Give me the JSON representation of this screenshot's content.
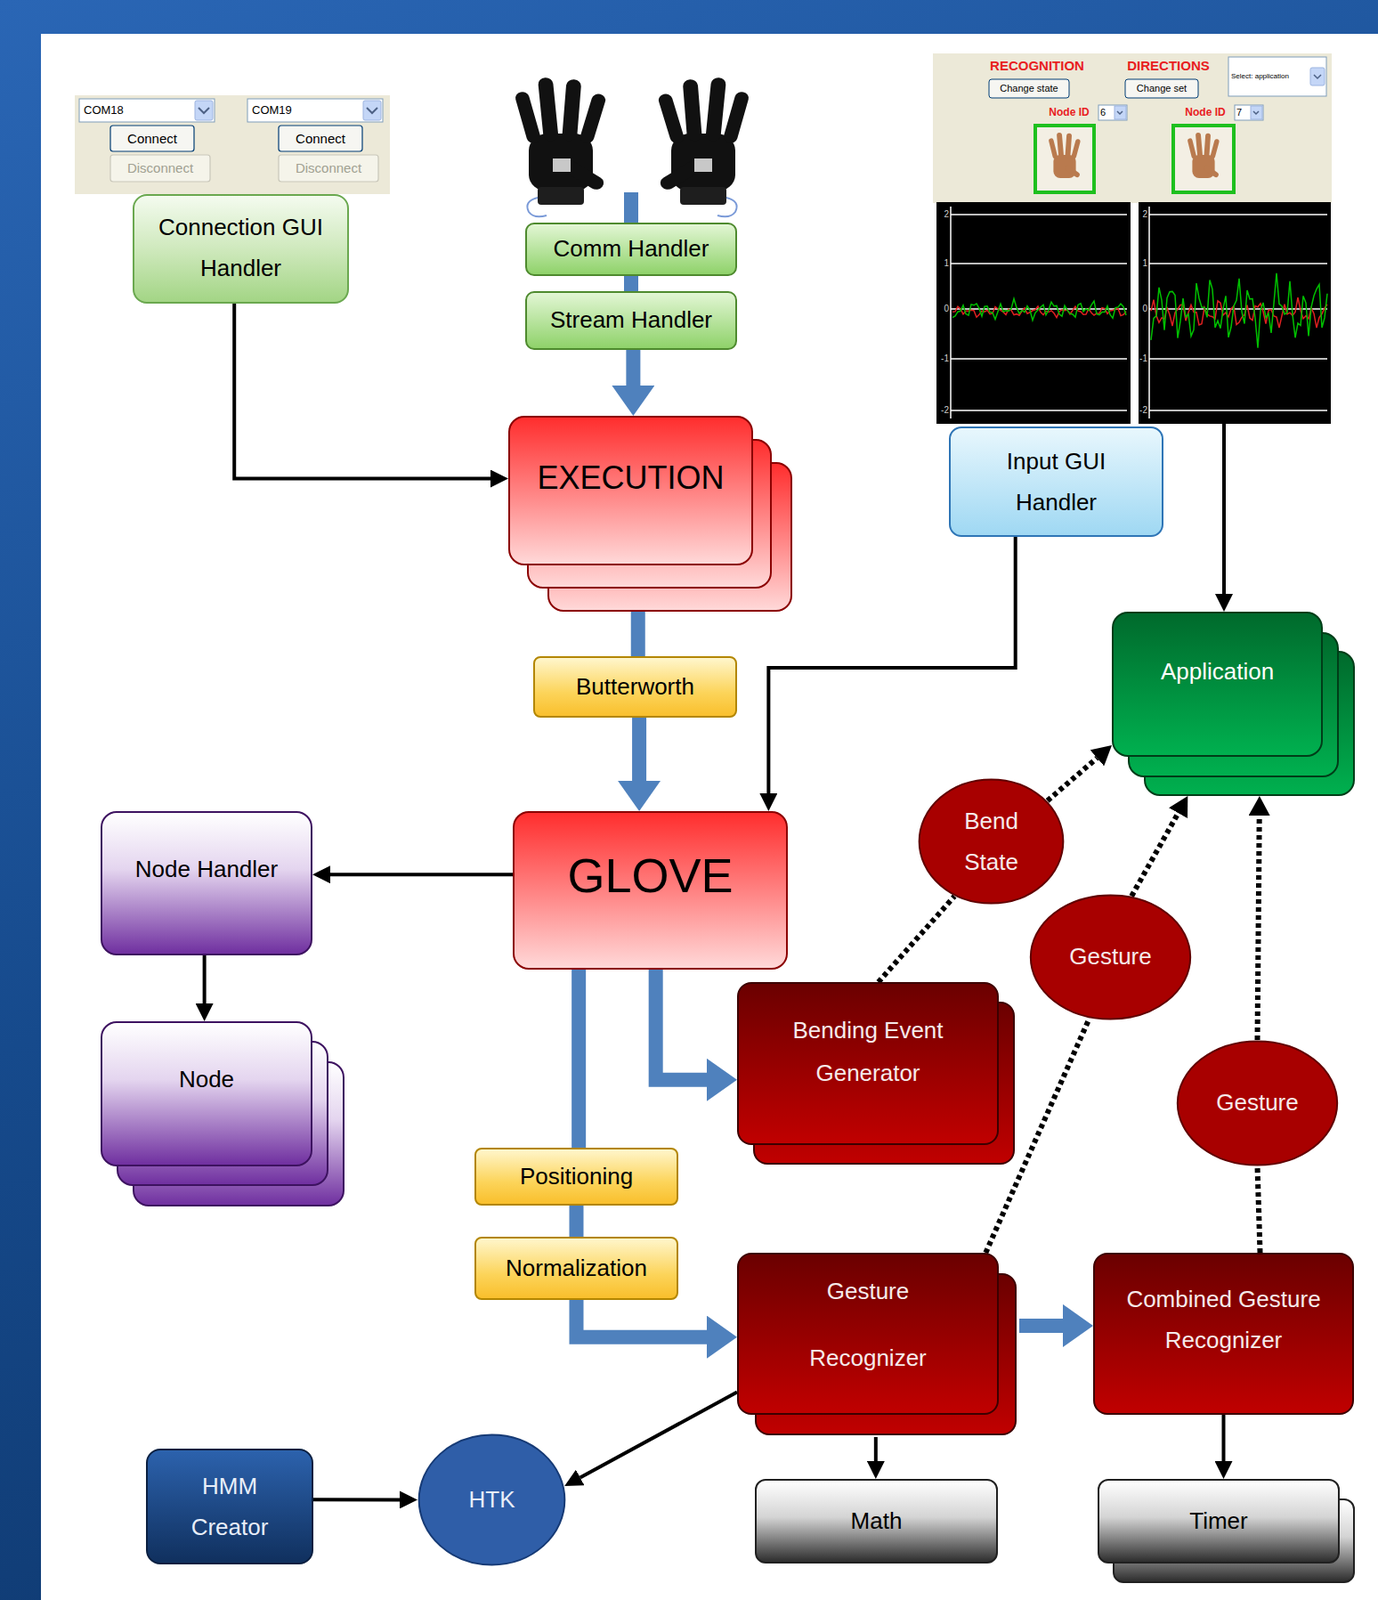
{
  "diagram": {
    "nodes": [
      {
        "text": [
          "Connection GUI Handler"
        ]
      },
      {
        "text": [
          "Comm Handler"
        ]
      },
      {
        "text": [
          "Stream Handler"
        ]
      },
      {
        "text": [
          "EXECUTION"
        ]
      },
      {
        "text": [
          "Input GUI Handler"
        ]
      },
      {
        "text": [
          "Application"
        ]
      },
      {
        "text": [
          "Butterworth"
        ]
      },
      {
        "text": [
          "Node Handler"
        ]
      },
      {
        "text": [
          "GLOVE"
        ]
      },
      {
        "text": [
          "Bend State"
        ]
      },
      {
        "text": [
          "Gesture"
        ]
      },
      {
        "text": [
          "Bending Event Generator"
        ]
      },
      {
        "text": [
          "Gesture"
        ]
      },
      {
        "text": [
          "Node"
        ]
      },
      {
        "text": [
          "Positioning"
        ]
      },
      {
        "text": [
          "Normalization"
        ]
      },
      {
        "text": [
          "Gesture Recognizer"
        ]
      },
      {
        "text": [
          "Combined Gesture Recognizer"
        ]
      },
      {
        "text": [
          "HMM Creator"
        ]
      },
      {
        "text": [
          "HTK"
        ]
      },
      {
        "text": [
          "Math"
        ]
      },
      {
        "text": [
          "Timer"
        ]
      }
    ],
    "edges": [
      {
        "from": 0,
        "to": 3,
        "arrow": "to"
      },
      {
        "from": 1,
        "to": 2,
        "arrow": "none"
      },
      {
        "from": 2,
        "to": 3,
        "arrow": "to"
      },
      {
        "from": 3,
        "to": 6,
        "arrow": "none"
      },
      {
        "from": 6,
        "to": 8,
        "arrow": "to"
      },
      {
        "from": 4,
        "to": 8,
        "arrow": "to"
      },
      {
        "from": 8,
        "to": 7,
        "arrow": "to"
      },
      {
        "from": 7,
        "to": 13,
        "arrow": "to"
      },
      {
        "from": 8,
        "to": 11,
        "arrow": "to"
      },
      {
        "from": 8,
        "to": 14,
        "arrow": "none"
      },
      {
        "from": 14,
        "to": 15,
        "arrow": "none"
      },
      {
        "from": 15,
        "to": 16,
        "arrow": "to"
      },
      {
        "from": 11,
        "to": 9,
        "arrow": "none"
      },
      {
        "from": 9,
        "to": 5,
        "arrow": "to"
      },
      {
        "from": 16,
        "to": 10,
        "arrow": "none"
      },
      {
        "from": 10,
        "to": 5,
        "arrow": "to"
      },
      {
        "from": 16,
        "to": 17,
        "arrow": "to"
      },
      {
        "from": 17,
        "to": 12,
        "arrow": "none"
      },
      {
        "from": 12,
        "to": 5,
        "arrow": "to"
      },
      {
        "from": 16,
        "to": 19,
        "arrow": "to"
      },
      {
        "from": 18,
        "to": 19,
        "arrow": "to"
      },
      {
        "from": 16,
        "to": 20,
        "arrow": "to"
      },
      {
        "from": 17,
        "to": 21,
        "arrow": "to"
      }
    ],
    "labels": [
      "COM18",
      "Connect",
      "Disconnect",
      "COM19",
      "Connect",
      "Disconnect",
      "RECOGNITION",
      "Change state",
      "DIRECTIONS",
      "Change set",
      "Select: application",
      "Node ID",
      "6",
      "Node ID",
      "7",
      "2",
      "1",
      "0",
      "-1",
      "-2",
      "2",
      "1",
      "0",
      "-1",
      "-2"
    ]
  }
}
